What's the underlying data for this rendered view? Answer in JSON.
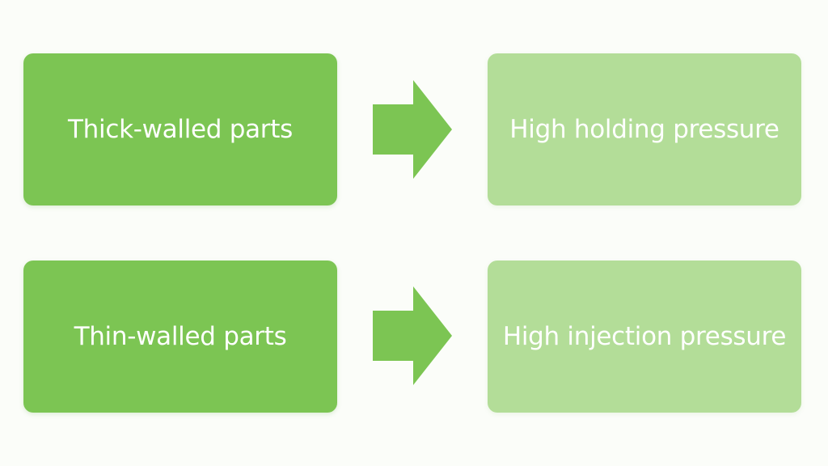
{
  "colors": {
    "source_box": "#7cc553",
    "target_box": "#b3dd98",
    "arrow": "#7cc553",
    "text": "#ffffff",
    "background": "#fbfdf9"
  },
  "rows": [
    {
      "source": "Thick-walled parts",
      "target": "High holding pressure",
      "arrow_icon": "right-arrow-icon"
    },
    {
      "source": "Thin-walled parts",
      "target": "High injection pressure",
      "arrow_icon": "right-arrow-icon"
    }
  ]
}
